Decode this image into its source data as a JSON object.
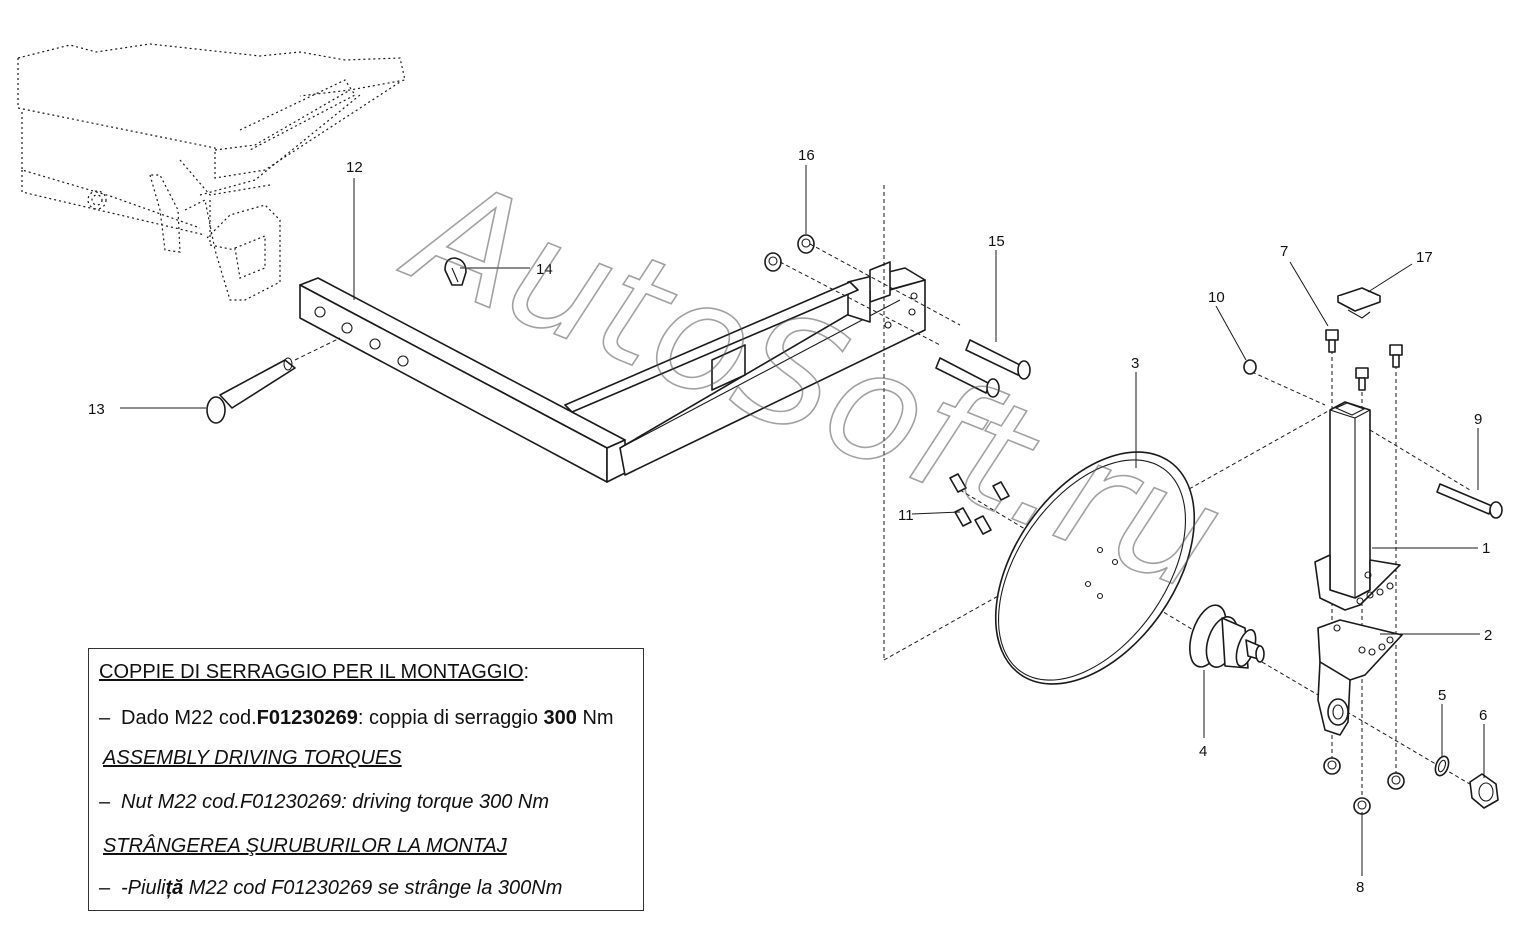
{
  "watermark": "AutoSoft.ru",
  "callouts": [
    "1",
    "2",
    "3",
    "4",
    "5",
    "6",
    "7",
    "8",
    "9",
    "10",
    "11",
    "12",
    "13",
    "14",
    "15",
    "16",
    "17"
  ],
  "notes": {
    "it_title": "COPPIE DI SERRAGGIO PER IL MONTAGGIO",
    "it_colon": ":",
    "it_line_a": "Dado M22 cod.",
    "it_line_code": "F01230269",
    "it_line_b": ": coppia di serraggio ",
    "it_line_value": "300",
    "it_line_c": " Nm",
    "en_title": "ASSEMBLY DRIVING TORQUES",
    "en_line": "Nut M22 cod.F01230269: driving torque 300 Nm",
    "ro_title": "STRÂNGEREA ŞURUBURILOR LA MONTAJ",
    "ro_line_a": "-Piuli",
    "ro_line_bold": "ță",
    "ro_line_b": " M22 cod F01230269 se strânge la 300Nm",
    "dash": "–"
  }
}
